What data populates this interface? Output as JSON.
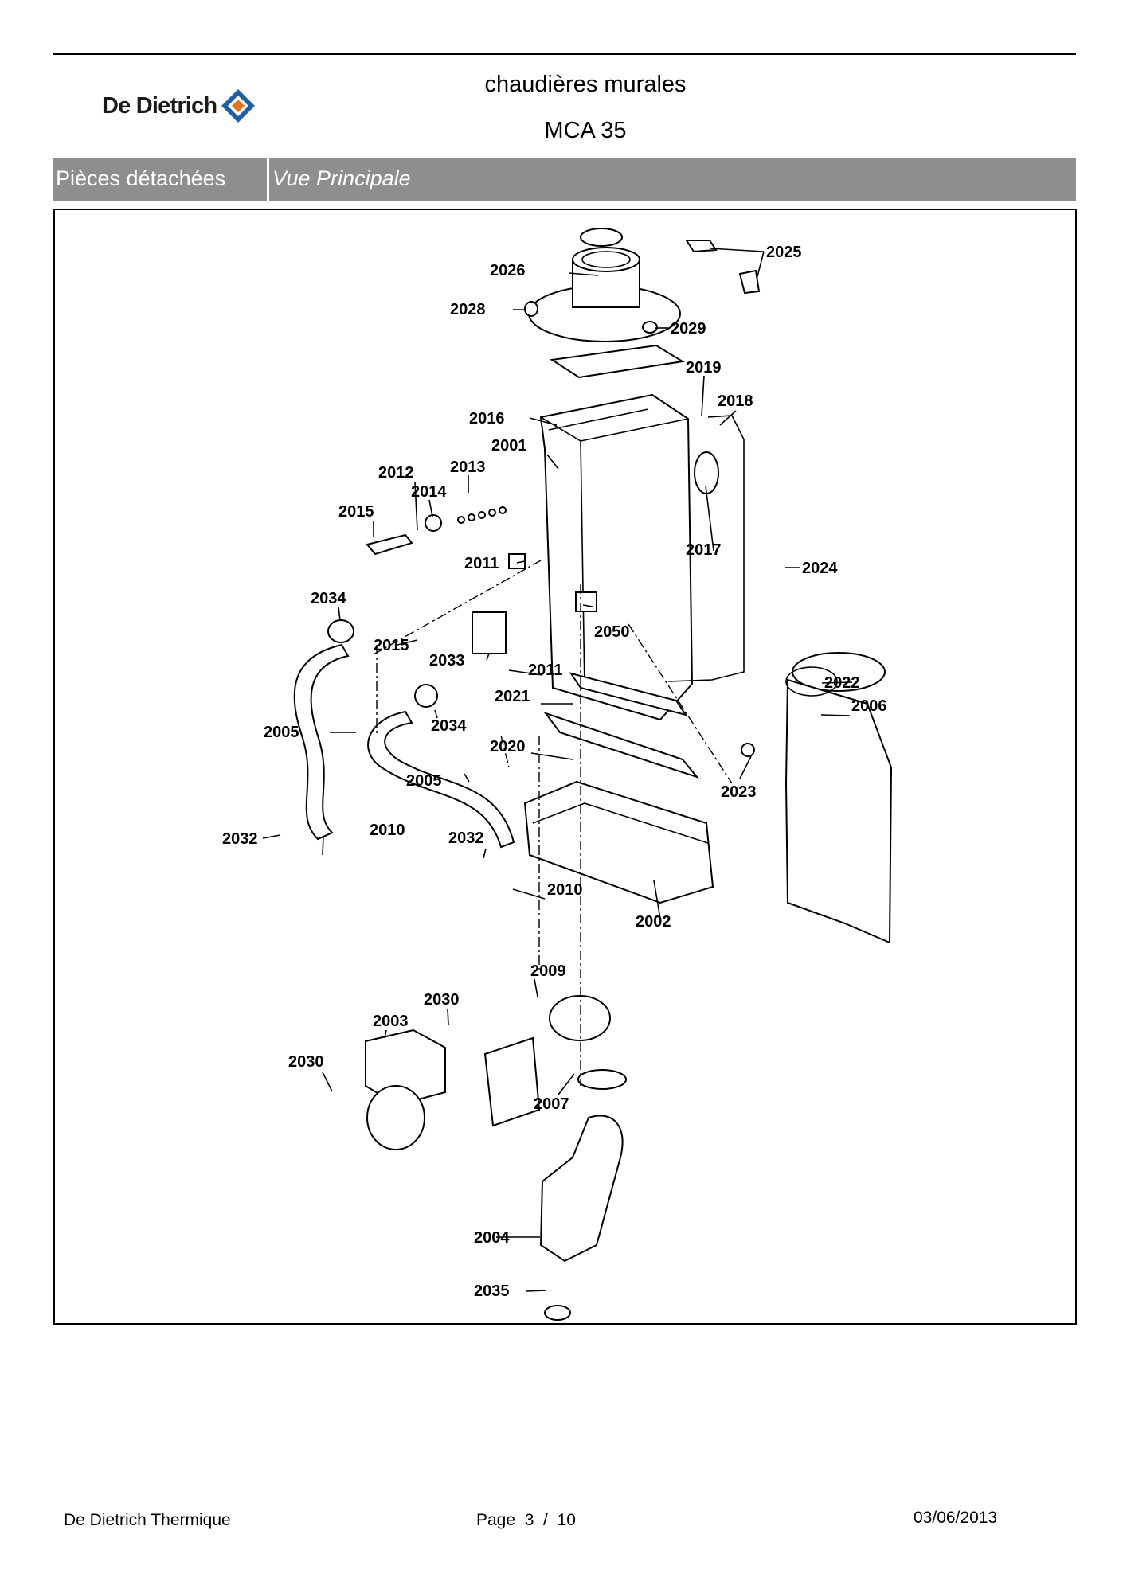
{
  "header": {
    "brand": "De Dietrich",
    "title_line1": "chaudières murales",
    "title_line2": "MCA 35"
  },
  "section": {
    "left_label": "Pièces détachées",
    "right_label": "Vue Principale"
  },
  "diagram": {
    "callouts": [
      "2026",
      "2025",
      "2028",
      "2029",
      "2019",
      "2018",
      "2016",
      "2001",
      "2012",
      "2013",
      "2014",
      "2015",
      "2011",
      "2017",
      "2024",
      "2034",
      "2050",
      "2015",
      "2033",
      "2011",
      "2022",
      "2021",
      "2006",
      "2005",
      "2034",
      "2020",
      "2023",
      "2005",
      "2010",
      "2032",
      "2032",
      "2010",
      "2002",
      "2009",
      "2030",
      "2003",
      "2030",
      "2007",
      "2004",
      "2035"
    ]
  },
  "footer": {
    "company": "De Dietrich Thermique",
    "page_label": "Page  3  /  10",
    "date": "03/06/2013"
  },
  "colors": {
    "section_bar": "#8e8e8e",
    "logo_blue": "#1f5fa8",
    "logo_orange": "#e8731e"
  }
}
